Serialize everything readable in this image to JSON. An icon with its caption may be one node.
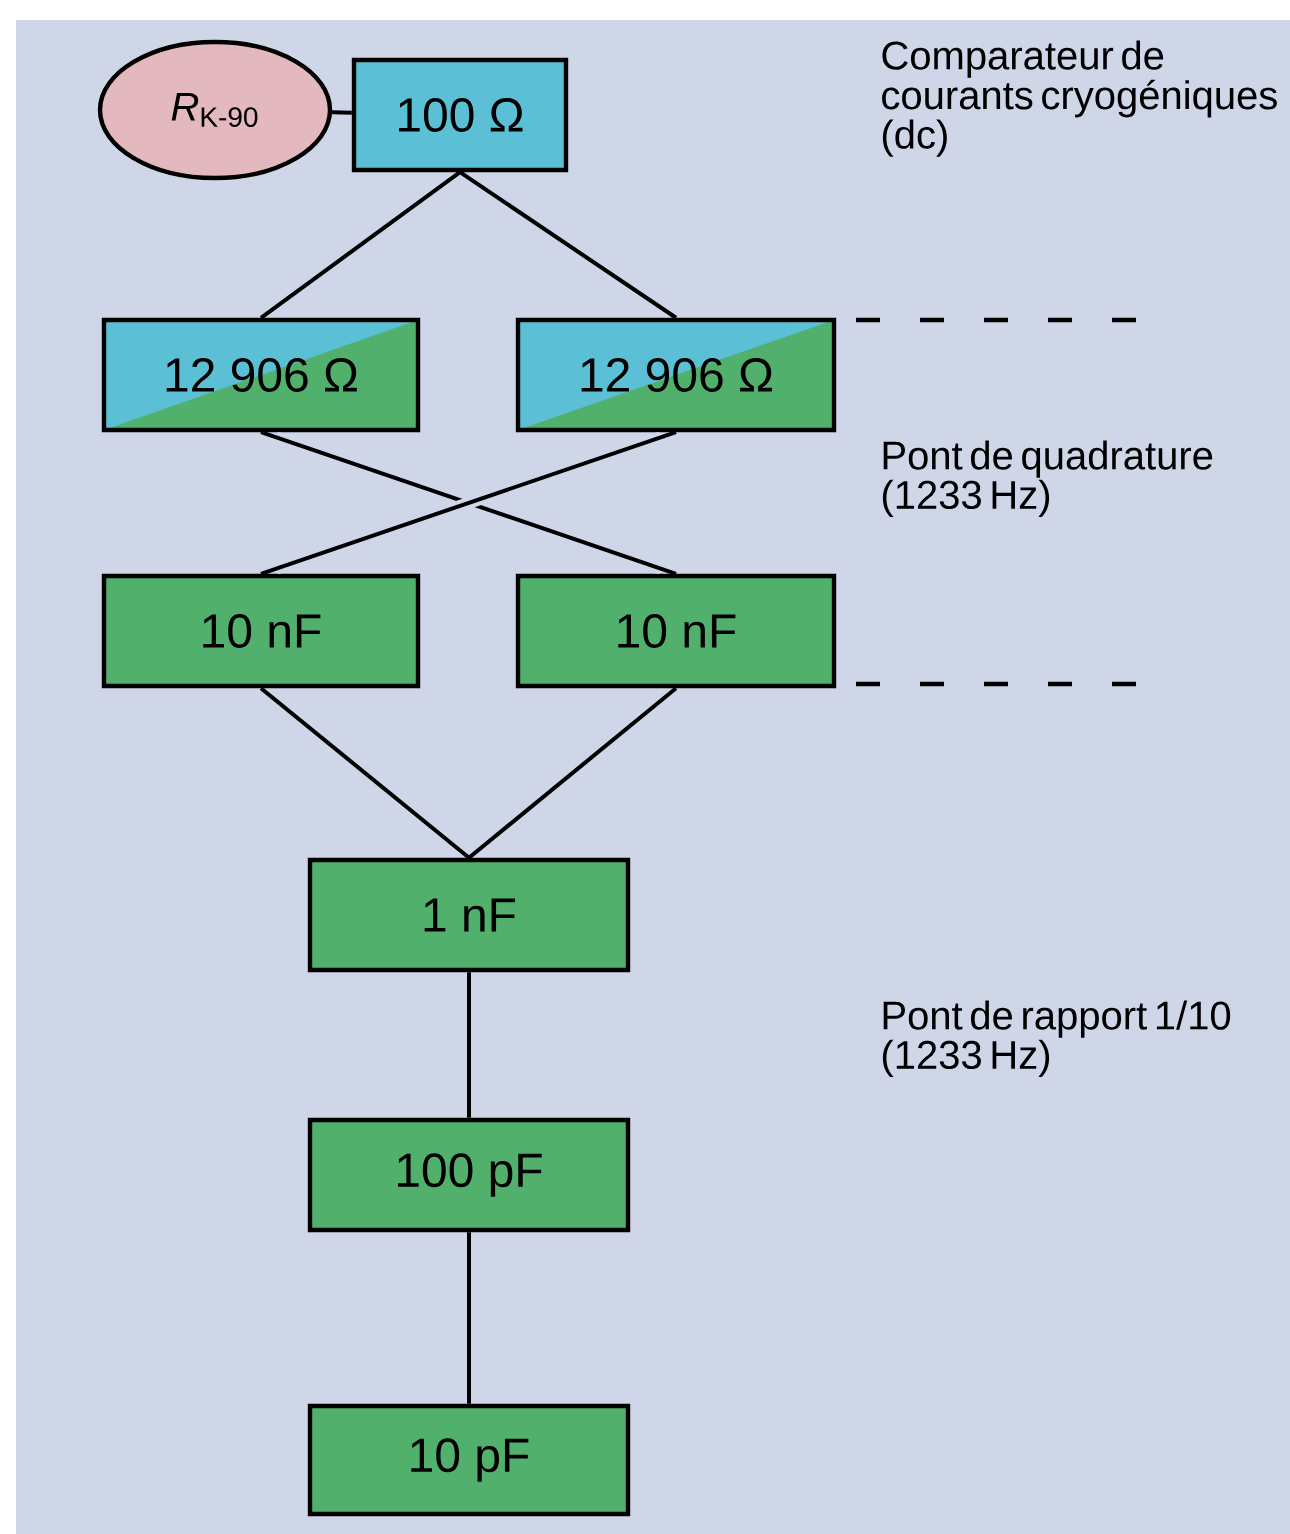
{
  "diagram": {
    "nodes": [
      {
        "text": [
          "*R*$_{K-90}$"
        ]
      },
      {
        "text": [
          "100 Ω"
        ]
      },
      {
        "text": [
          "12 906 Ω"
        ]
      },
      {
        "text": [
          "12 906 Ω"
        ]
      },
      {
        "text": [
          "10 nF"
        ]
      },
      {
        "text": [
          "10 nF"
        ]
      },
      {
        "text": [
          "1 nF"
        ]
      },
      {
        "text": [
          "100 pF"
        ]
      },
      {
        "text": [
          "10 pF"
        ]
      }
    ],
    "edges": [
      {
        "from": 0,
        "to": 1,
        "arrow": "none"
      },
      {
        "from": 1,
        "to": 2,
        "arrow": "none"
      },
      {
        "from": 1,
        "to": 3,
        "arrow": "none"
      },
      {
        "from": 2,
        "to": 5,
        "arrow": "none"
      },
      {
        "from": 3,
        "to": 4,
        "arrow": "none"
      },
      {
        "from": 4,
        "to": 6,
        "arrow": "none"
      },
      {
        "from": 5,
        "to": 6,
        "arrow": "none"
      },
      {
        "from": 6,
        "to": 7,
        "arrow": "none"
      },
      {
        "from": 7,
        "to": 8,
        "arrow": "none"
      }
    ],
    "labels": [
      "Comparateur de courants cryogéniques (dc)",
      "Pont de quadrature (1233 Hz)",
      "Pont de rapport 1/10 (1233 Hz)"
    ]
  }
}
